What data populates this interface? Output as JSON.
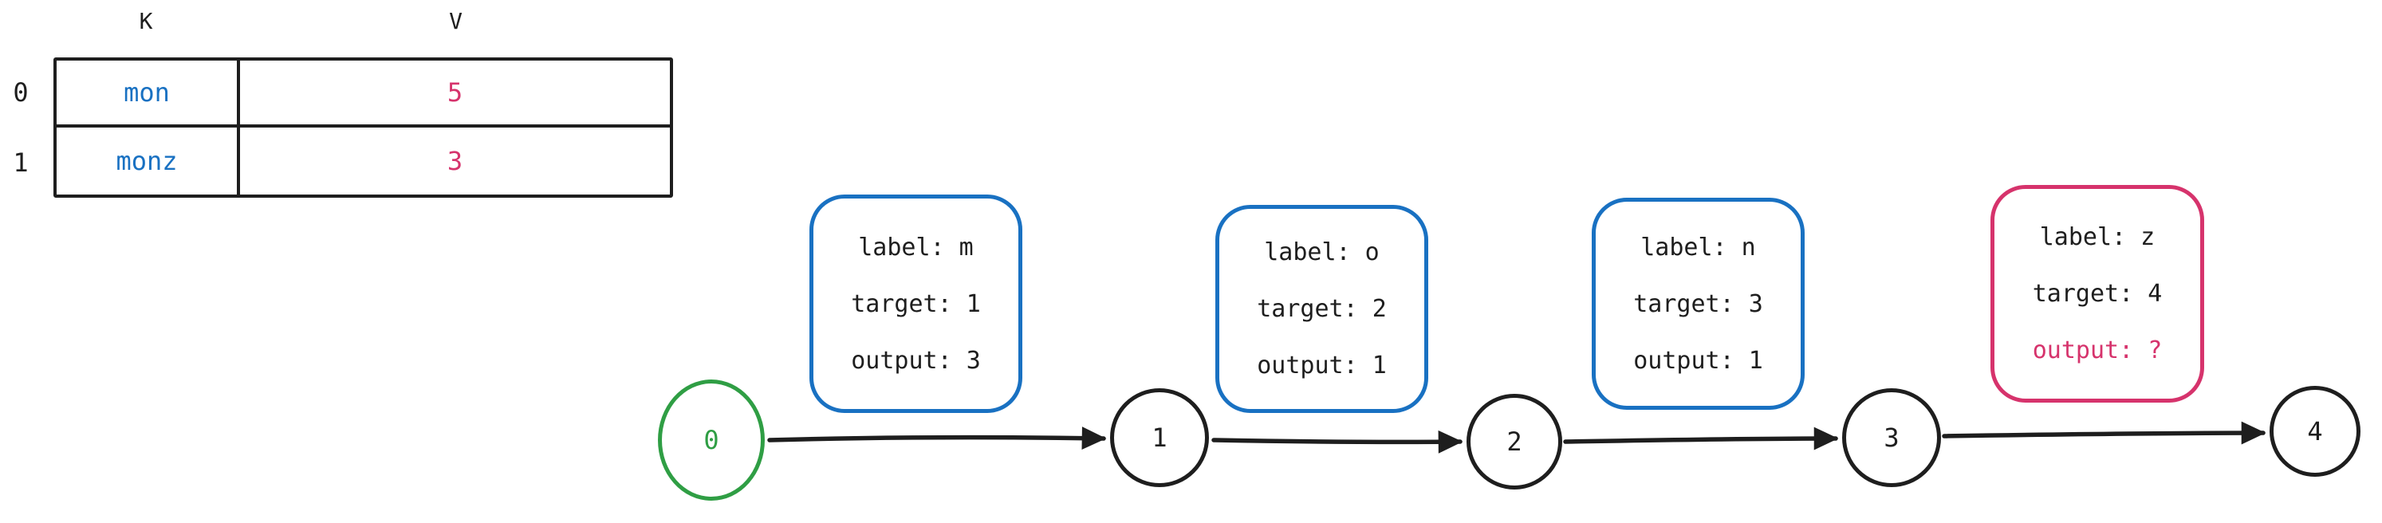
{
  "table": {
    "col_headers": [
      "K",
      "V"
    ],
    "rows": [
      {
        "index": "0",
        "key": "mon",
        "value": "5"
      },
      {
        "index": "1",
        "key": "monz",
        "value": "3"
      }
    ]
  },
  "graph": {
    "nodes": [
      {
        "label": "0"
      },
      {
        "label": "1"
      },
      {
        "label": "2"
      },
      {
        "label": "3"
      },
      {
        "label": "4"
      }
    ],
    "callouts": [
      {
        "label": "label: m",
        "target": "target: 1",
        "output": "output: 3"
      },
      {
        "label": "label: o",
        "target": "target: 2",
        "output": "output: 1"
      },
      {
        "label": "label: n",
        "target": "target: 3",
        "output": "output: 1"
      },
      {
        "label": "label: z",
        "target": "target: 4",
        "output": "output: ?"
      }
    ]
  },
  "colors": {
    "ink": "#1e1e1e",
    "blue": "#1971c2",
    "crimson": "#d6336c",
    "green": "#2f9e44"
  }
}
